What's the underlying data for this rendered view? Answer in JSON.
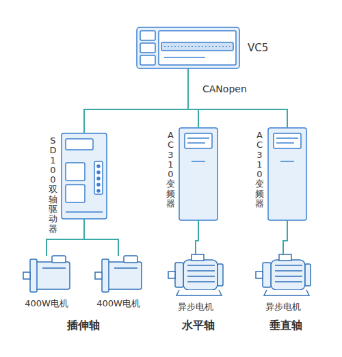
{
  "diagram": {
    "nodes": [
      {
        "text": [
          "VC5"
        ]
      },
      {
        "text": [
          "SD100双轴驱动器"
        ]
      },
      {
        "text": [
          "AC310变频器"
        ]
      },
      {
        "text": [
          "AC310变频器"
        ]
      },
      {
        "text": [
          "400W电机"
        ]
      },
      {
        "text": [
          "400W电机"
        ]
      },
      {
        "text": [
          "异步电机"
        ]
      },
      {
        "text": [
          "异步电机"
        ]
      }
    ],
    "edges": [
      {
        "from": 0,
        "to": 1,
        "arrow": "none"
      },
      {
        "from": 0,
        "to": 2,
        "arrow": "none"
      },
      {
        "from": 0,
        "to": 3,
        "arrow": "none"
      },
      {
        "from": 1,
        "to": 4,
        "arrow": "none"
      },
      {
        "from": 1,
        "to": 5,
        "arrow": "none"
      },
      {
        "from": 2,
        "to": 6,
        "arrow": "none"
      },
      {
        "from": 3,
        "to": 7,
        "arrow": "none"
      }
    ],
    "labels": [
      "CANopen",
      "插伸轴",
      "水平轴",
      "垂直轴"
    ]
  }
}
